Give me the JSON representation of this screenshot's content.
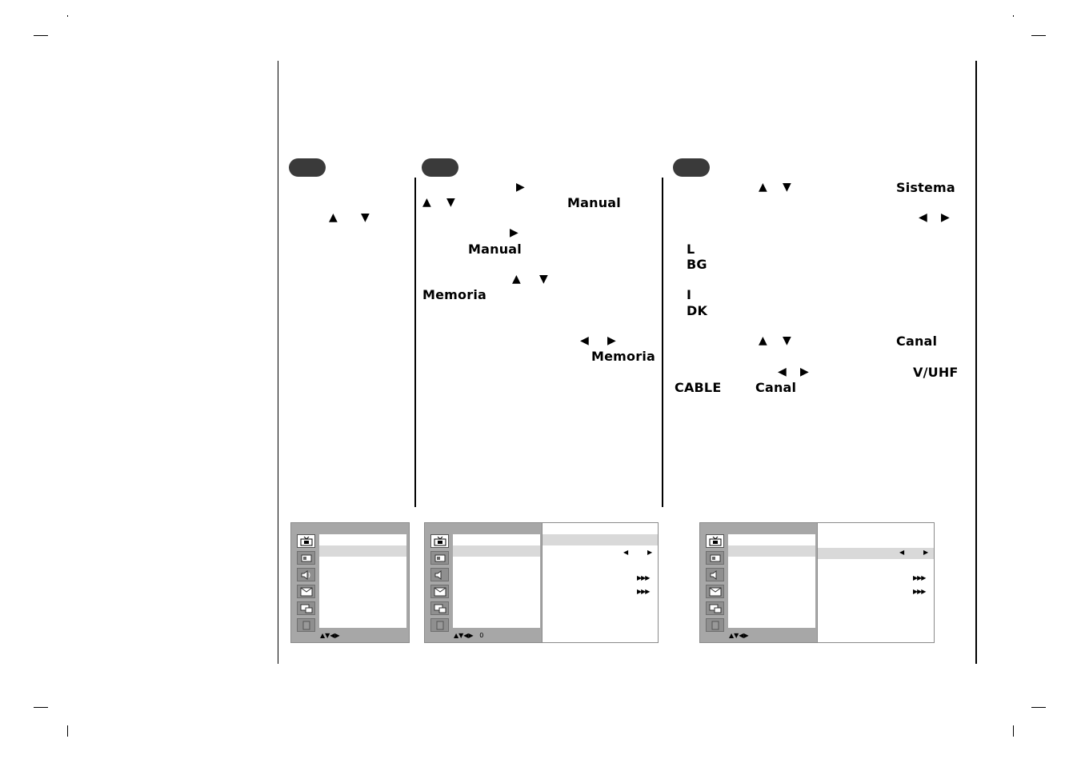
{
  "arrows": {
    "up": "▲",
    "down": "▼",
    "left": "◀",
    "right": "▶"
  },
  "step1": {
    "arrow_up": "▲",
    "arrow_down": "▼"
  },
  "step2": {
    "line1_arrow": "▶",
    "line2_up": "▲",
    "line2_down": "▼",
    "manual_1": "Manual",
    "line3_arrow": "▶",
    "manual_2": "Manual",
    "line5_up": "▲",
    "line5_down": "▼",
    "memoria_1": "Memoria",
    "line7_left": "◀",
    "line7_right": "▶",
    "memoria_2": "Memoria"
  },
  "step3": {
    "line1_up": "▲",
    "line1_down": "▼",
    "sistema": "Sistema",
    "line2_left": "◀",
    "line2_right": "▶",
    "systems": [
      "L",
      "BG",
      "I",
      "DK"
    ],
    "canal_up": "▲",
    "canal_down": "▼",
    "canal_1": "Canal",
    "vuhf_left": "◀",
    "vuhf_right": "▶",
    "vuhf": "V/UHF",
    "cable": "CABLE",
    "canal_2": "Canal"
  },
  "osd": {
    "nav_hint": "▲▼◀▶",
    "nav_value": "0",
    "sub_left": "◀",
    "sub_right": "▶",
    "sub_more": "▶▶▶"
  },
  "icons": [
    "tv-icon",
    "picture-icon",
    "speaker-icon",
    "screen-icon",
    "pip-icon",
    "misc-icon"
  ]
}
